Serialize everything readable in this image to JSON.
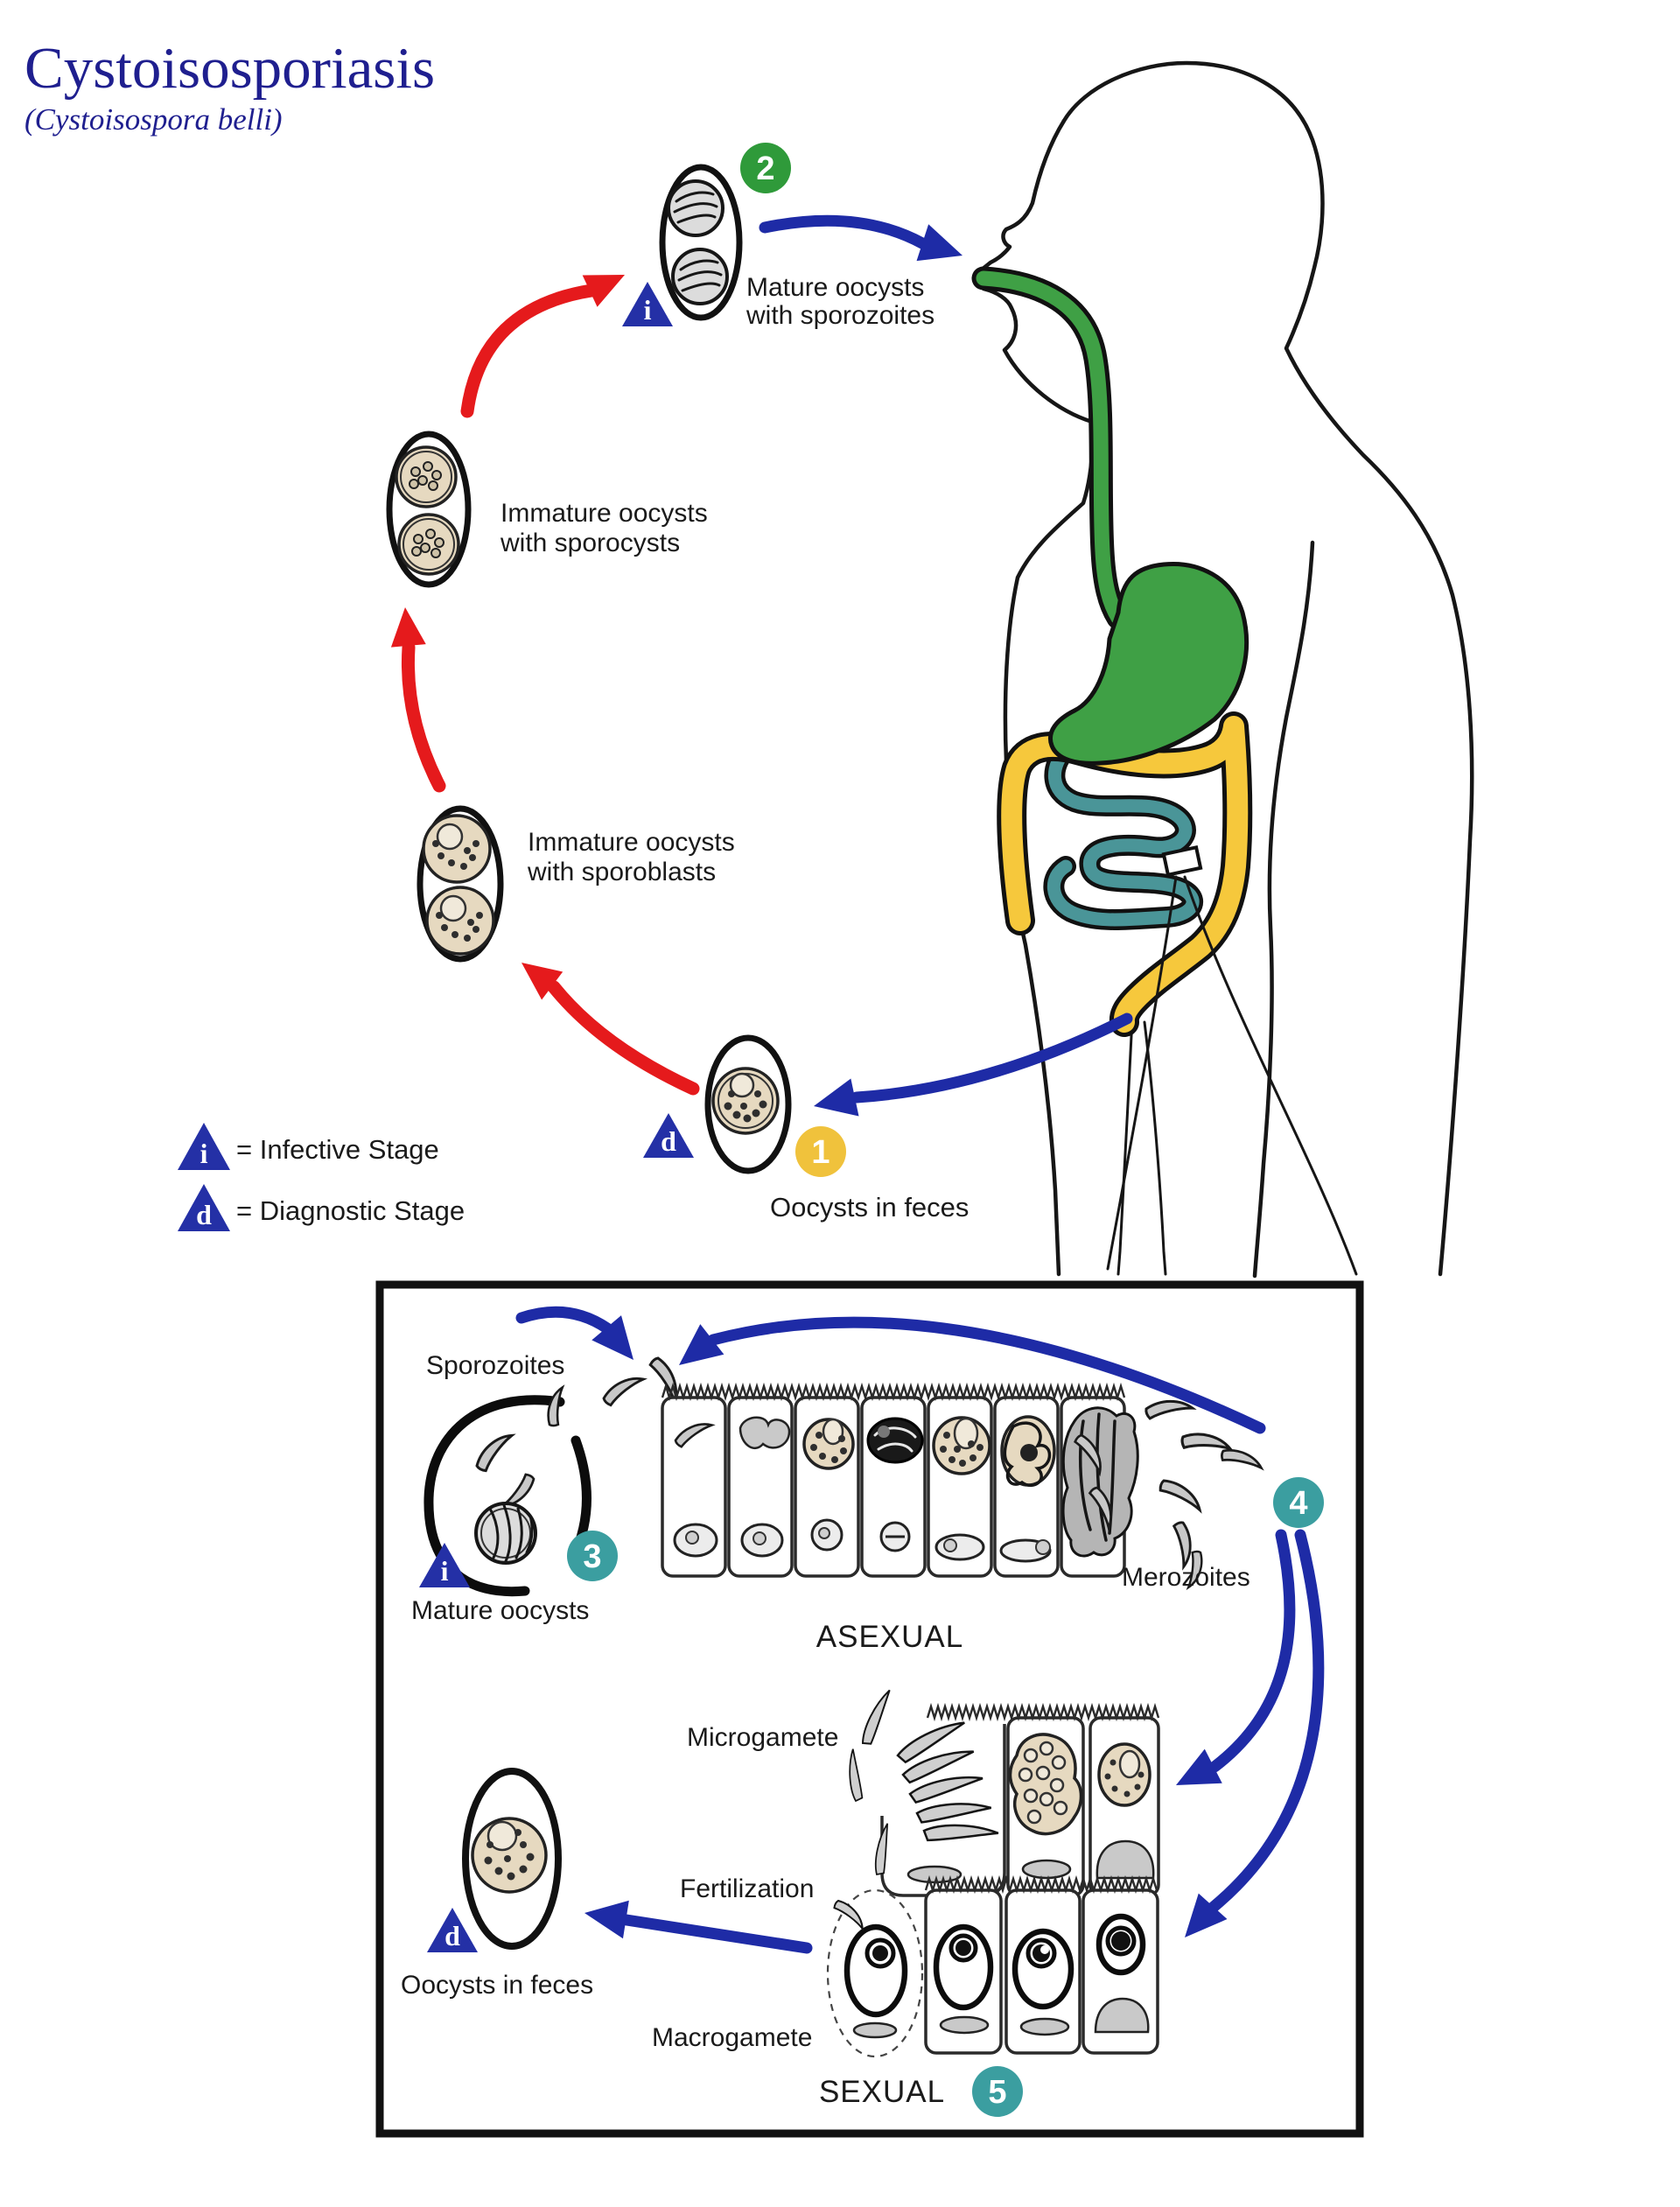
{
  "title": "Cystoisosporiasis",
  "subtitle": "(Cystoisospora belli)",
  "legend": {
    "infective_symbol": "i",
    "infective_label": "= Infective Stage",
    "diagnostic_symbol": "d",
    "diagnostic_label": "= Diagnostic Stage"
  },
  "stages": {
    "s1": {
      "number": "1",
      "label": "Oocysts in feces",
      "color": "#f0c23c"
    },
    "s2": {
      "number": "2",
      "label_line1": "Mature oocysts",
      "label_line2": "with sporozoites",
      "color": "#2f9a3a"
    },
    "s3": {
      "number": "3",
      "label": "Mature oocysts",
      "color": "#3b9ea0"
    },
    "s4": {
      "number": "4",
      "label": "Merozoites",
      "color": "#3b9ea0"
    },
    "s5": {
      "number": "5",
      "label": "SEXUAL",
      "color": "#3b9ea0"
    }
  },
  "cycle_labels": {
    "immature_sporocysts_line1": "Immature oocysts",
    "immature_sporocysts_line2": "with sporocysts",
    "immature_sporoblasts_line1": "Immature oocysts",
    "immature_sporoblasts_line2": "with sporoblasts"
  },
  "box_labels": {
    "sporozoites": "Sporozoites",
    "mature_oocysts": "Mature oocysts",
    "asexual": "ASEXUAL",
    "merozoites": "Merozoites",
    "microgamete": "Microgamete",
    "fertilization": "Fertilization",
    "oocysts_in_feces": "Oocysts in feces",
    "macrogamete": "Macrogamete",
    "sexual": "SEXUAL"
  },
  "colors": {
    "navy": "#1f1f8f",
    "red": "#e51a1c",
    "blue": "#1e2ba6",
    "tri": "#2430a6",
    "gi_green": "#3fa045",
    "colon_yellow": "#f6c83c",
    "intestine_teal": "#4a9598",
    "tan": "#e6d9c0"
  }
}
